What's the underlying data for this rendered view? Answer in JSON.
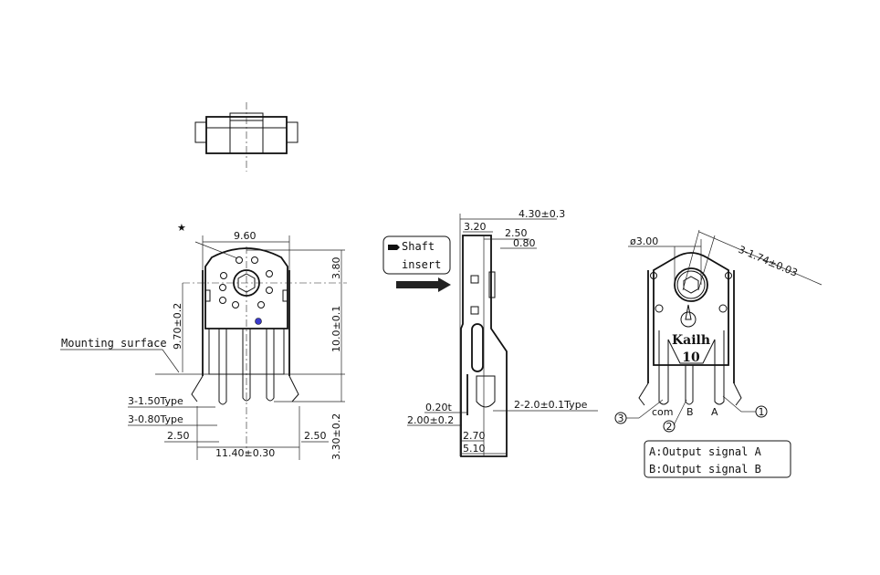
{
  "front_view": {
    "star_mark": "★",
    "width_top": "9.60",
    "height_top": "3.80",
    "height_total": "10.0±0.1",
    "height_mount": "9.70±0.2",
    "pin_length": "3.30±0.2",
    "mounting_surface": "Mounting surface",
    "pin_width_1": "3-1.50Type",
    "pin_width_2": "3-0.80Type",
    "pitch_left": "2.50",
    "pitch_right": "2.50",
    "total_width": "11.40±0.30"
  },
  "side_view": {
    "shaft_insert_line1": "Shaft",
    "shaft_insert_line2": "insert",
    "depth_total": "4.30±0.3",
    "depth_a": "3.20",
    "depth_b": "2.50",
    "depth_c": "0.80",
    "thickness": "0.20t",
    "bracket_height": "2.00±0.2",
    "bracket_width": "2-2.0±0.1Type",
    "pin_offset": "2.70",
    "base_depth": "5.10"
  },
  "rear_view": {
    "shaft_diameter": "ø3.00",
    "hex_size": "3-1.74±0.03",
    "brand": "Kailh",
    "model": "10",
    "pin_com": "com",
    "pin_b": "B",
    "pin_a": "A",
    "callout_3": "3",
    "callout_2": "2",
    "callout_1": "1",
    "legend": [
      "A:Output signal A",
      "B:Output signal B"
    ]
  },
  "colors": {
    "line": "#111111",
    "marker_dot": "#3a3acc"
  }
}
